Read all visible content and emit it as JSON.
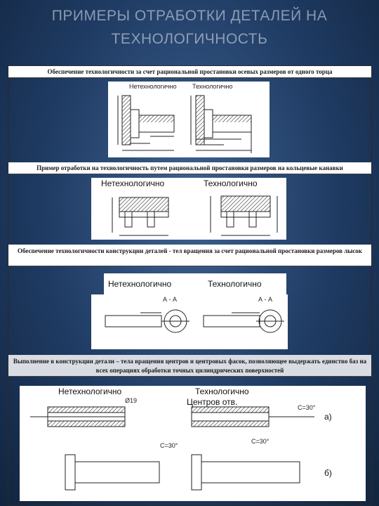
{
  "title": {
    "line1": "ПРИМЕРЫ ОТРАБОТКИ ДЕТАЛЕЙ НА",
    "line2": "ТЕХНОЛОГИЧНОСТЬ"
  },
  "sections": [
    {
      "header": "Обеспечение технологичности за счет рациональной простановки осевых размеров от одного торца",
      "label_left": "Нетехнологично",
      "label_right": "Технологично"
    },
    {
      "header": "Пример отработки на технологичность путем рациональной простановки размеров на кольцевые канавки",
      "label_left": "Нетехнологично",
      "label_right": "Технологично"
    },
    {
      "header": "Обеспечение технологичности конструкции деталей - тел вращения за счет рациональной простановки размеров лысок",
      "label_left": "Нетехнологично",
      "label_right": "Технологично",
      "section_mark_left": "А - А",
      "section_mark_right": "А - А"
    },
    {
      "header": "Выполнение в конструкции детали – тела вращения центров и центровых фасок, позволяющее выдержать единство баз на всех операциях обработки точных цилиндрических поверхностей",
      "label_left": "Нетехнологично",
      "label_right": "Технологично",
      "label_centers": "Центров отв.",
      "dim_d19": "Ø19",
      "chamfer_1": "C=30°",
      "chamfer_2": "C=30°",
      "chamfer_3": "C=30°",
      "variant_a": "а)",
      "variant_b": "б)"
    }
  ]
}
